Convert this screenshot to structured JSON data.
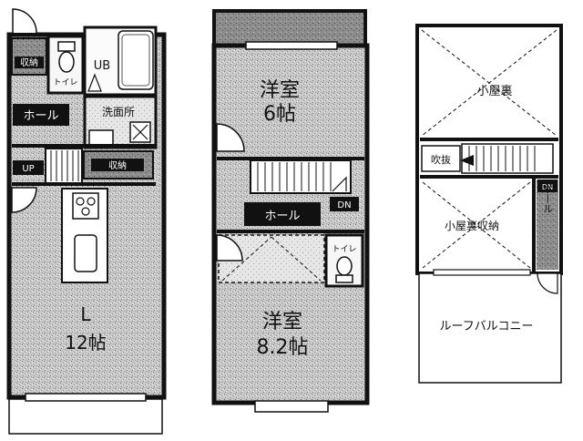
{
  "floor1": {
    "rooms": {
      "shuno": "収納",
      "toilet": "トイレ",
      "ub": "UB",
      "hall": "ホール",
      "senmen": "洗面所",
      "ldk_l": "L",
      "ldk_size": "12帖"
    },
    "tags": {
      "up": "UP",
      "shuno2": "収納"
    }
  },
  "floor2": {
    "rooms": {
      "yoshitsu1": "洋室",
      "yoshitsu1_size": "6帖",
      "hall": "ホール",
      "toilet": "トイレ",
      "yoshitsu2": "洋室",
      "yoshitsu2_size": "8.2帖"
    },
    "tags": {
      "dn": "DN"
    }
  },
  "floor3": {
    "rooms": {
      "koyaura": "小屋裏",
      "fukinuke": "吹抜",
      "koyaura_shuno": "小屋裏収納",
      "hall": "ホール",
      "roof_balcony": "ルーフバルコニー"
    },
    "tags": {
      "dn": "DN"
    }
  }
}
